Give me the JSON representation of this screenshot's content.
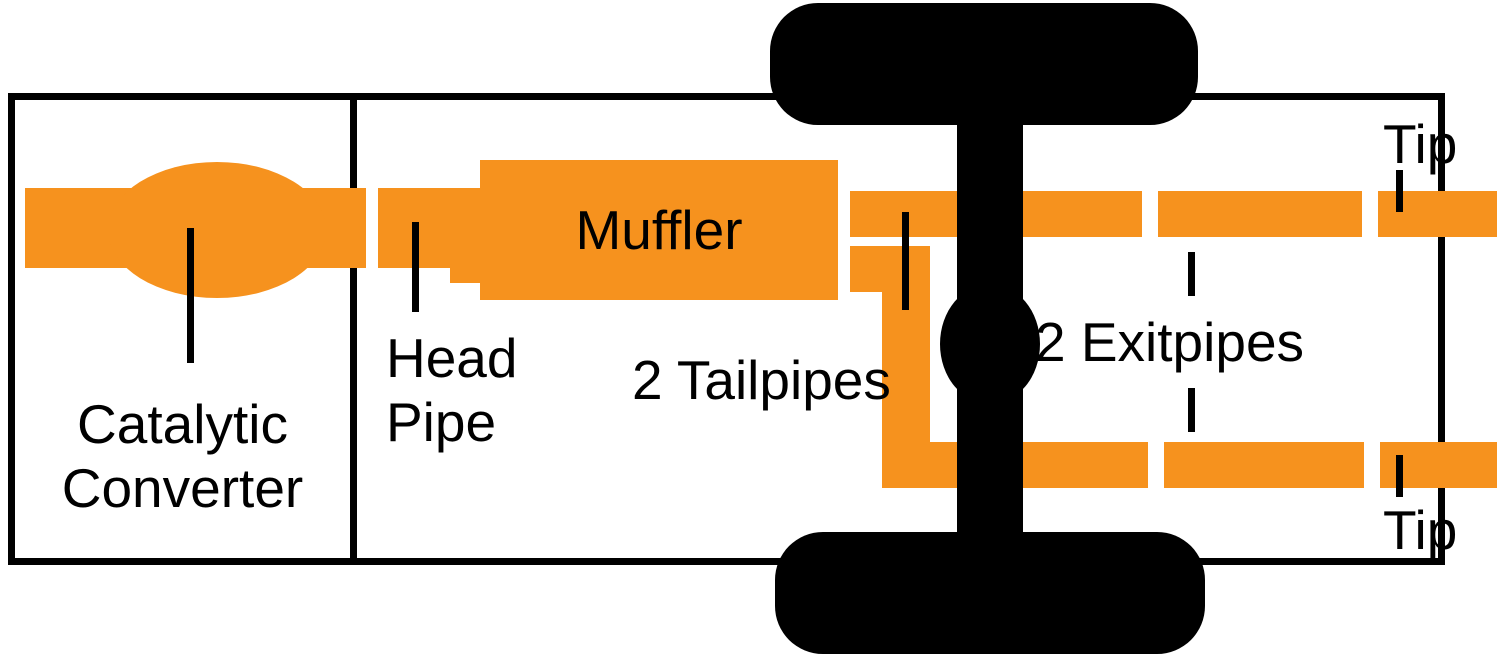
{
  "diagram": {
    "labels": {
      "catalytic_converter": "Catalytic\nConverter",
      "head_pipe": "Head\nPipe",
      "muffler": "Muffler",
      "tailpipes": "2 Tailpipes",
      "exitpipes": "2 Exitpipes",
      "tip_top": "Tip",
      "tip_bottom": "Tip"
    },
    "colors": {
      "pipe_orange": "#F6921E",
      "outline_black": "#000000",
      "background": "#FFFFFF"
    }
  }
}
